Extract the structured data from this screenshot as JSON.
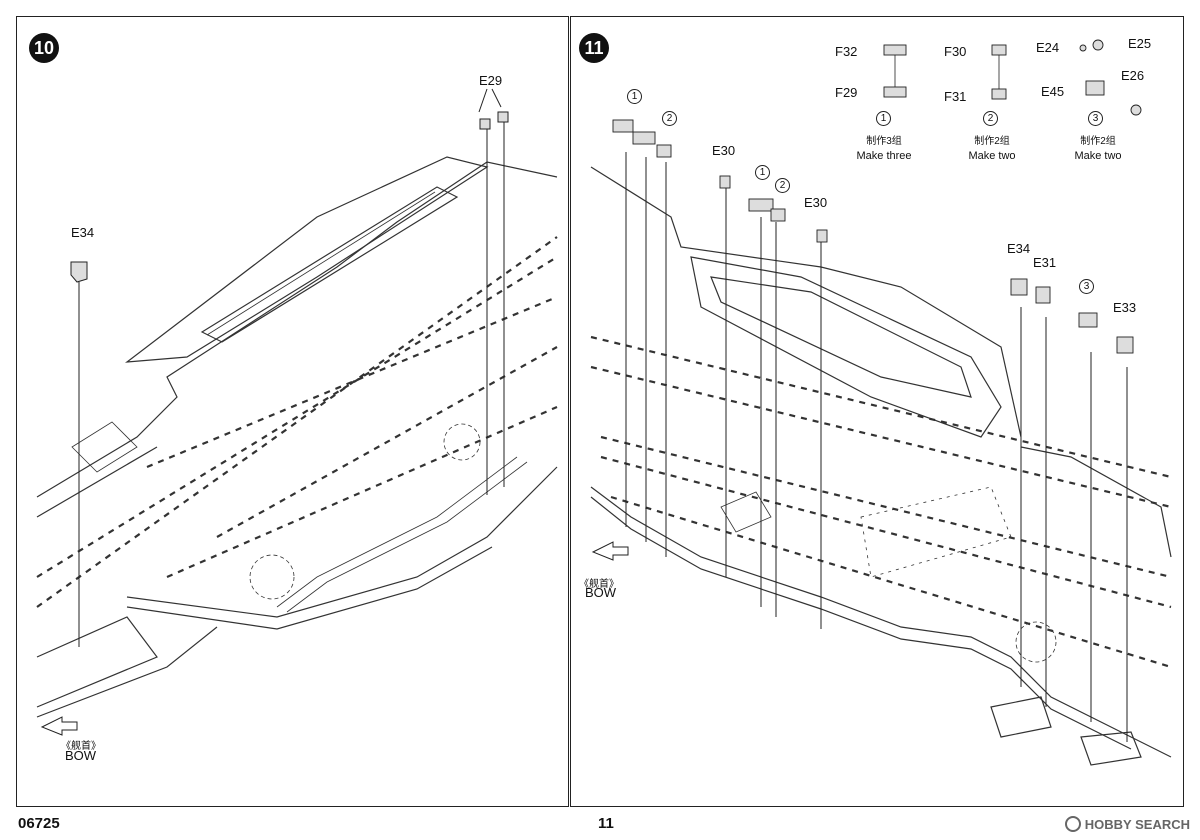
{
  "steps": {
    "step10": {
      "number": "10",
      "parts": {
        "e29": "E29",
        "e34": "E34"
      },
      "bow_cn": "《舰首》",
      "bow": "BOW"
    },
    "step11": {
      "number": "11",
      "parts": {
        "e30a": "E30",
        "e30b": "E30",
        "e34": "E34",
        "e31": "E31",
        "e33": "E33",
        "f32": "F32",
        "f29": "F29",
        "f30": "F30",
        "f31": "F31",
        "e24": "E24",
        "e25": "E25",
        "e45": "E45",
        "e26": "E26"
      },
      "sub": {
        "a": {
          "num": "1",
          "cn": "制作3组",
          "en": "Make  three"
        },
        "b": {
          "num": "2",
          "cn": "制作2组",
          "en": "Make  two"
        },
        "c": {
          "num": "3",
          "cn": "制作2组",
          "en": "Make  two"
        }
      },
      "bow_cn": "《舰首》",
      "bow": "BOW"
    }
  },
  "footer": {
    "code": "06725",
    "page": "11",
    "watermark": "HOBBY SEARCH"
  }
}
